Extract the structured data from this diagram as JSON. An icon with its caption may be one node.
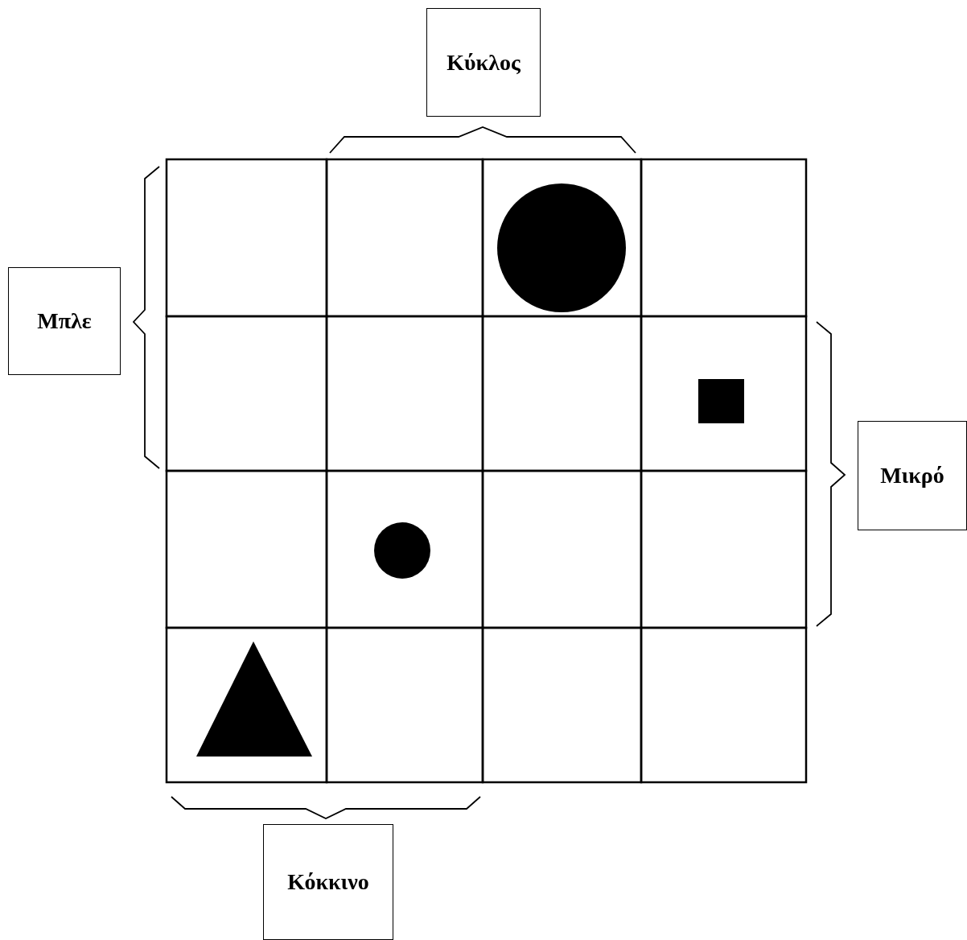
{
  "diagram": {
    "nodes": [
      {
        "text": [
          "Κύκλος"
        ]
      },
      {
        "text": [
          "Μπλε"
        ]
      },
      {
        "text": [
          "Μικρό"
        ]
      },
      {
        "text": [
          "Κόκκινο"
        ]
      }
    ]
  }
}
